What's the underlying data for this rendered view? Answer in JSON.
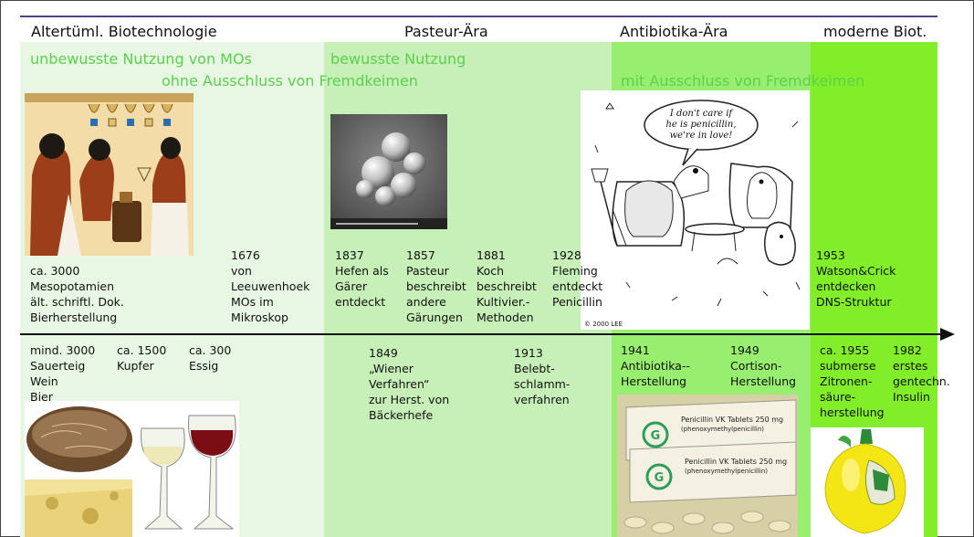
{
  "eras": [
    {
      "key": "e1",
      "label": "Altertüml. Biotechnologie"
    },
    {
      "key": "e2",
      "label": "Pasteur-Ära"
    },
    {
      "key": "e3",
      "label": "Antibiotika-Ära"
    },
    {
      "key": "e4",
      "label": "moderne Biot."
    }
  ],
  "usage": {
    "u1": "unbewusste Nutzung von MOs",
    "u2": "bewusste Nutzung",
    "u3": "ohne Ausschluss von Fremdkeimen",
    "u4": "mit Ausschluss von Fremdkeimen"
  },
  "events_top": [
    {
      "text": "ca. 3000\nMesopotamien\nält. schriftl. Dok.\nBierherstellung"
    },
    {
      "text": "1676\nvon\nLeeuwenhoek\nMOs im\nMikroskop"
    },
    {
      "text": "1837\nHefen als\nGärer\nentdeckt"
    },
    {
      "text": "1857\nPasteur\nbeschreibt\nandere\nGärungen"
    },
    {
      "text": "1881\nKoch\nbeschreibt\nKultivier.-\nMethoden"
    },
    {
      "text": "1928\nFleming\nentdeckt\nPenicillin"
    },
    {
      "text": "1953\nWatson&Crick\nentdecken\nDNS-Struktur"
    }
  ],
  "events_bottom": [
    {
      "text": "mind. 3000\nSauerteig\nWein\nBier"
    },
    {
      "text": "ca. 1500\nKupfer"
    },
    {
      "text": "ca. 300\nEssig"
    },
    {
      "text": "1849\n„Wiener\nVerfahren“\nzur Herst. von\nBäckerhefe"
    },
    {
      "text": "1913\nBelebt-\nschlamm-\nverfahren"
    },
    {
      "text": "1941\nAntibiotika--\nHerstellung"
    },
    {
      "text": "1949\nCortison-\nHerstellung"
    },
    {
      "text": "ca. 1955\nsubmerse\nZitronen-\nsäure-\nherstellung"
    },
    {
      "text": "1982\nerstes\ngentechn.\nInsulin"
    }
  ],
  "cartoon": {
    "speech": "I don't care if\nhe is penicillin,\nwe're in love!",
    "credit": "© 2000 LEE"
  },
  "pills": {
    "label_line1": "Penicillin VK Tablets 250 mg",
    "label_line2": "(phenoxymethylpenicillin)",
    "logo": "G"
  },
  "colors": {
    "era1": "#e8f7e4",
    "era2": "#c7efb8",
    "era3": "#98ee6e",
    "era4": "#82ee2a",
    "usage_text": "#5bd14a",
    "top_line": "#5a3e8e"
  }
}
